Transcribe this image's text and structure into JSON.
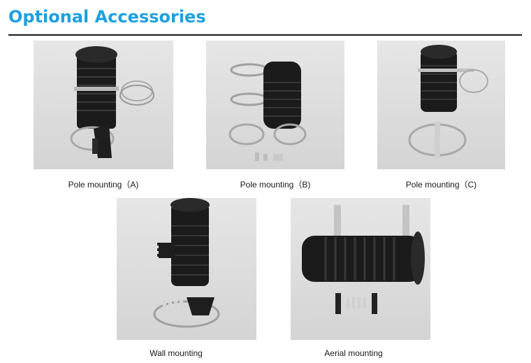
{
  "header": {
    "title": "Optional Accessories"
  },
  "items": [
    {
      "caption": "Pole mounting（A)"
    },
    {
      "caption": "Pole mounting（B)"
    },
    {
      "caption": "Pole mounting（C)"
    },
    {
      "caption": "Wall mounting"
    },
    {
      "caption": "Aerial mounting"
    }
  ]
}
